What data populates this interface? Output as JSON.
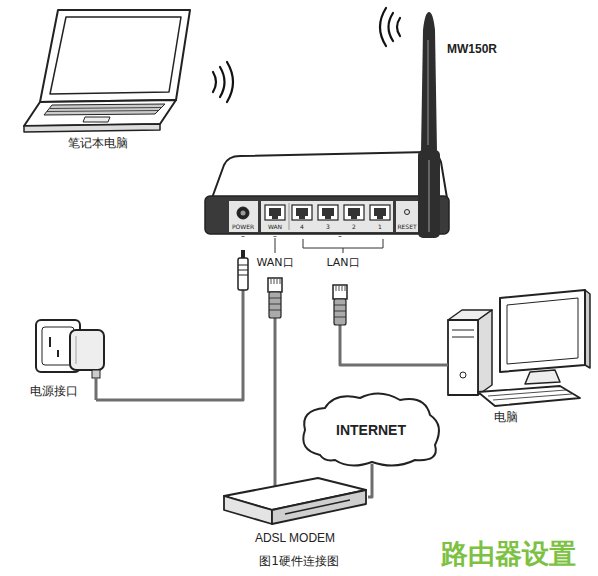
{
  "diagram": {
    "caption": "图1硬件连接图",
    "nodes": [
      {
        "text": [
          "笔记本电脑"
        ]
      },
      {
        "text": [
          "MW150R"
        ]
      },
      {
        "text": [
          "电源接口"
        ]
      },
      {
        "text": [
          "电脑"
        ]
      },
      {
        "text": [
          "INTERNET"
        ]
      },
      {
        "text": [
          "ADSL MODEM"
        ]
      }
    ],
    "edges": [
      {
        "from": 2,
        "to": 1,
        "arrow": "none"
      },
      {
        "from": 5,
        "to": 1,
        "arrow": "none"
      },
      {
        "from": 3,
        "to": 1,
        "arrow": "none"
      },
      {
        "from": 5,
        "to": 4,
        "arrow": "none"
      }
    ],
    "labels": [
      "POWER",
      "WAN",
      "4",
      "3",
      "2",
      "1",
      "RESET",
      "WAN口",
      "LAN口",
      "路由器设置"
    ]
  }
}
